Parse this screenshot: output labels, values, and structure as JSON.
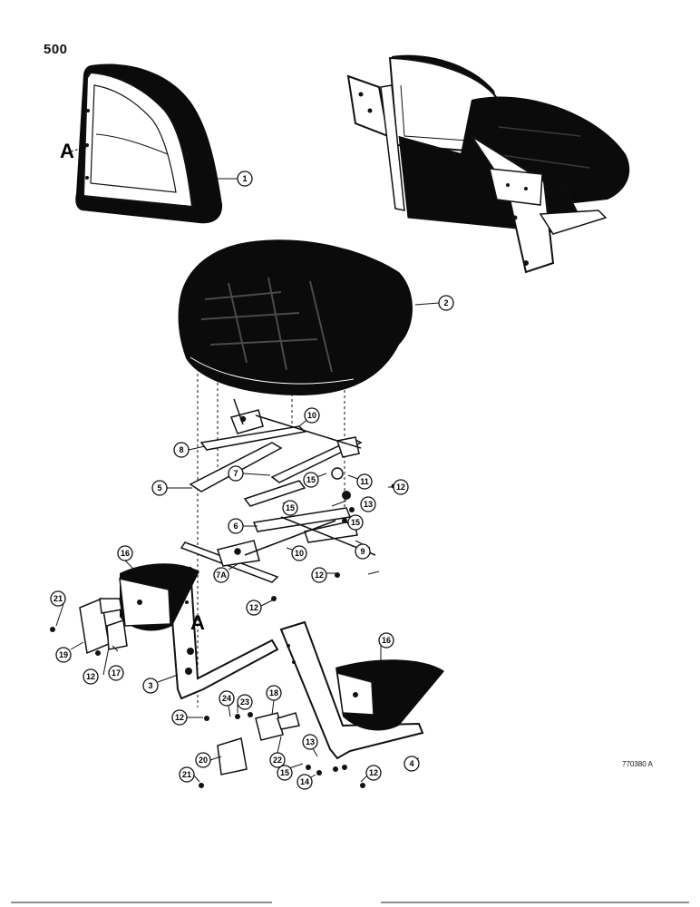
{
  "page_number": "500",
  "figure_code": "770380 A",
  "view_letters": {
    "backrest": "A",
    "bracket": "A"
  },
  "callouts": {
    "c1": "1",
    "c2": "2",
    "c3": "3",
    "c4": "4",
    "c5": "5",
    "c6": "6",
    "c7": "7",
    "c7a": "7A",
    "c8": "8",
    "c9": "9",
    "c10a": "10",
    "c10b": "10",
    "c11": "11",
    "c12a": "12",
    "c12b": "12",
    "c12c": "12",
    "c12d": "12",
    "c12e": "12",
    "c12f": "12",
    "c13a": "13",
    "c13b": "13",
    "c14": "14",
    "c15a": "15",
    "c15b": "15",
    "c15c": "15",
    "c15d": "15",
    "c16a": "16",
    "c16b": "16",
    "c17": "17",
    "c18": "18",
    "c19": "19",
    "c20": "20",
    "c21a": "21",
    "c21b": "21",
    "c22": "22",
    "c23": "23",
    "c24": "24"
  },
  "colors": {
    "ink": "#111111",
    "cushion": "#0b0b0b",
    "paper": "#ffffff"
  }
}
